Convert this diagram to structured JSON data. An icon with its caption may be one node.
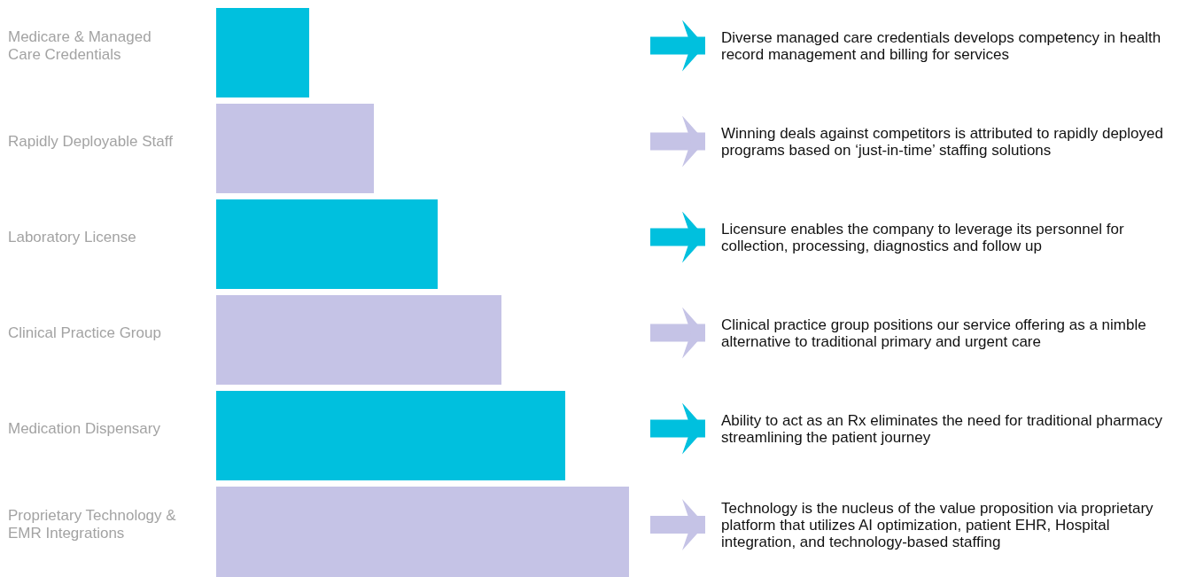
{
  "diagram": {
    "nodes": [
      {
        "text": [],
        "shape": "bar"
      },
      {
        "text": [
          "Diverse managed care credentials develops competency in health record management and billing for services"
        ]
      },
      {
        "text": [],
        "shape": "bar"
      },
      {
        "text": [
          "Winning deals against competitors is attributed to rapidly deployed programs based on ‘just-in-time’ staffing solutions"
        ]
      },
      {
        "text": [],
        "shape": "bar"
      },
      {
        "text": [
          "Licensure enables the company to leverage its personnel for collection, processing, diagnostics and follow up"
        ]
      },
      {
        "text": [],
        "shape": "bar"
      },
      {
        "text": [
          "Clinical practice group positions our service offering as a nimble alternative to traditional primary and urgent care"
        ]
      },
      {
        "text": [],
        "shape": "bar"
      },
      {
        "text": [
          "Ability to act as an Rx eliminates the need for traditional pharmacy streamlining the patient journey"
        ]
      },
      {
        "text": [],
        "shape": "bar"
      },
      {
        "text": [
          "Technology is the nucleus of the value proposition via proprietary platform that utilizes AI optimization, patient EHR, Hospital integration, and technology-based staffing"
        ]
      }
    ],
    "edges": [
      {
        "from": null,
        "to": 1,
        "arrow": "to",
        "color": "#00c0de"
      },
      {
        "from": null,
        "to": 3,
        "arrow": "to",
        "color": "#c5c3e6"
      },
      {
        "from": null,
        "to": 5,
        "arrow": "to",
        "color": "#00c0de"
      },
      {
        "from": null,
        "to": 7,
        "arrow": "to",
        "color": "#c5c3e6"
      },
      {
        "from": null,
        "to": 9,
        "arrow": "to",
        "color": "#00c0de"
      },
      {
        "from": null,
        "to": 11,
        "arrow": "to",
        "color": "#c5c3e6"
      }
    ],
    "labels": [
      "Medicare & Managed Care Credentials",
      "Rapidly Deployable Staff",
      "Laboratory License",
      "Clinical Practice Group",
      "Medication Dispensary",
      "Proprietary Technology & EMR Integrations"
    ]
  }
}
